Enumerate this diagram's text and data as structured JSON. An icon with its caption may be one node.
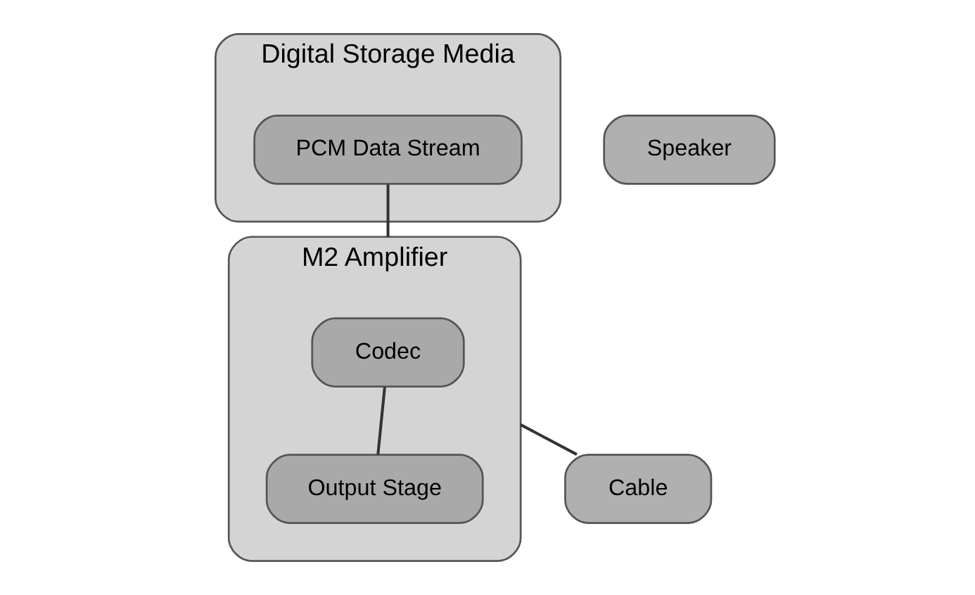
{
  "diagram": {
    "nodes": [
      {
        "text": [
          "Digital Storage Media"
        ]
      },
      {
        "text": [
          "PCM Data Stream"
        ],
        "in": 0
      },
      {
        "text": [
          "M2 Amplifier"
        ]
      },
      {
        "text": [
          "Codec"
        ],
        "in": 2
      },
      {
        "text": [
          "Output Stage"
        ],
        "in": 2
      },
      {
        "text": [
          "Cable"
        ]
      },
      {
        "text": [
          "Speaker"
        ]
      }
    ],
    "edges": [
      {
        "from": 1,
        "to": 2,
        "arrow": "none"
      },
      {
        "from": 3,
        "to": 4,
        "arrow": "none"
      },
      {
        "from": 2,
        "to": 5,
        "arrow": "none"
      }
    ]
  }
}
